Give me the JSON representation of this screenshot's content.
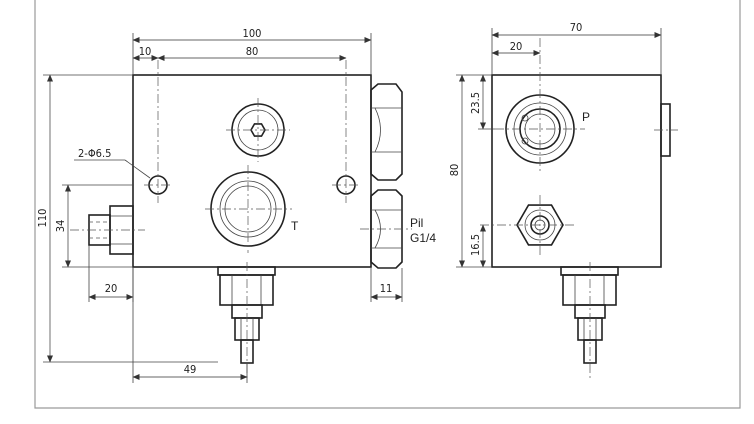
{
  "dimensions": {
    "overall_width": "100",
    "hole_offset": "10",
    "hole_spacing": "80",
    "overall_height": "110",
    "side_port_height": "34",
    "side_port_offset": "20",
    "bottom_port_offset": "49",
    "pilot_fitting_depth": "11",
    "side_width": "70",
    "side_port_p_offset": "20",
    "side_height": "80",
    "side_port_p_height": "23.5",
    "side_pilot_height": "16.5"
  },
  "labels": {
    "holes": "2-Φ6.5",
    "port_t": "T",
    "port_p": "P",
    "pilot_line1": "Pil",
    "pilot_line2": "G1/4"
  }
}
